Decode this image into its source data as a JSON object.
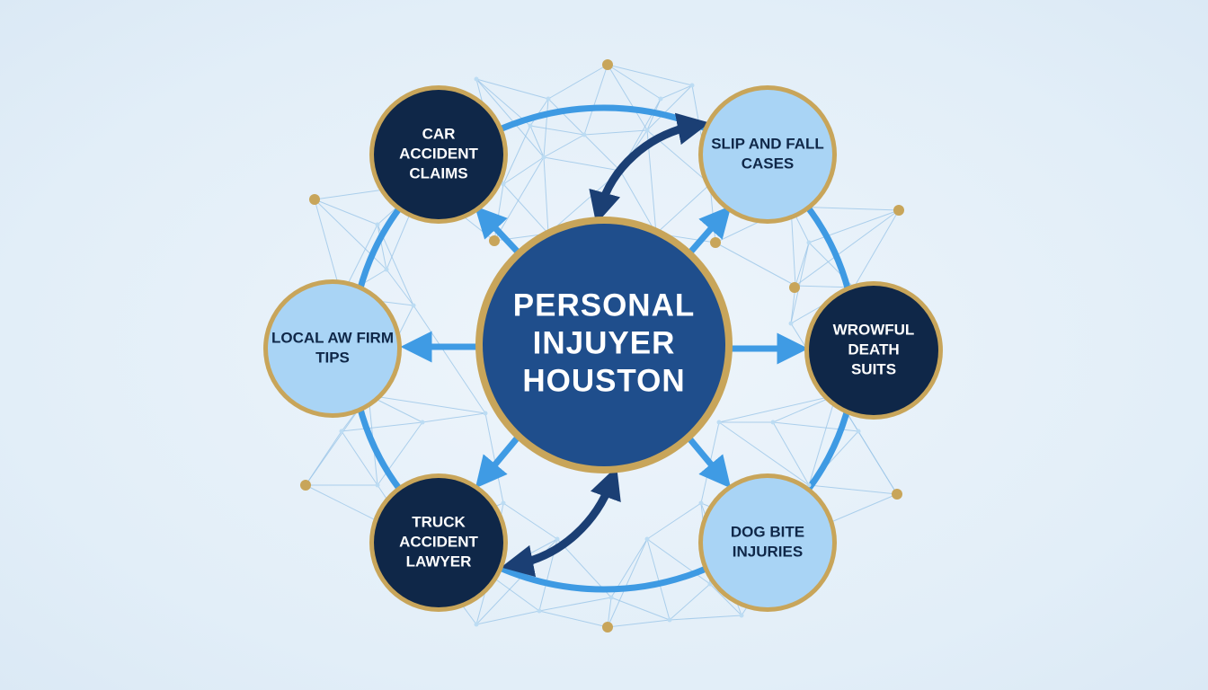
{
  "diagram": {
    "center": {
      "lines": [
        "PERSONAL",
        "INJUYER",
        "HOUSTON"
      ]
    },
    "nodes": [
      {
        "id": "car-accident-claims",
        "lines": [
          "CAR",
          "ACCIDENT",
          "CLAIMS"
        ],
        "style": "dark"
      },
      {
        "id": "slip-and-fall-cases",
        "lines": [
          "SLIP AND FALL",
          "CASES"
        ],
        "style": "light"
      },
      {
        "id": "local-law-firm-tips",
        "lines": [
          "LOCAL AW FIRM",
          "TIPS"
        ],
        "style": "light"
      },
      {
        "id": "wrongful-death-suits",
        "lines": [
          "WROWFUL",
          "DEATH",
          "SUITS"
        ],
        "style": "dark"
      },
      {
        "id": "truck-accident-lawyer",
        "lines": [
          "TRUCK",
          "ACCIDENT",
          "LAWYER"
        ],
        "style": "dark"
      },
      {
        "id": "dog-bite-injuries",
        "lines": [
          "DOG BITE",
          "INJURIES"
        ],
        "style": "light"
      }
    ]
  },
  "colors": {
    "navy": "#0f2748",
    "center_blue": "#1f4e8c",
    "light_fill": "#a9d4f5",
    "gold": "#c8a55a",
    "ring_blue": "#3e9ae3",
    "arrow_blue": "#3f9be4",
    "dark_arrow": "#1b3f74",
    "mesh": "#9cc6e8"
  }
}
